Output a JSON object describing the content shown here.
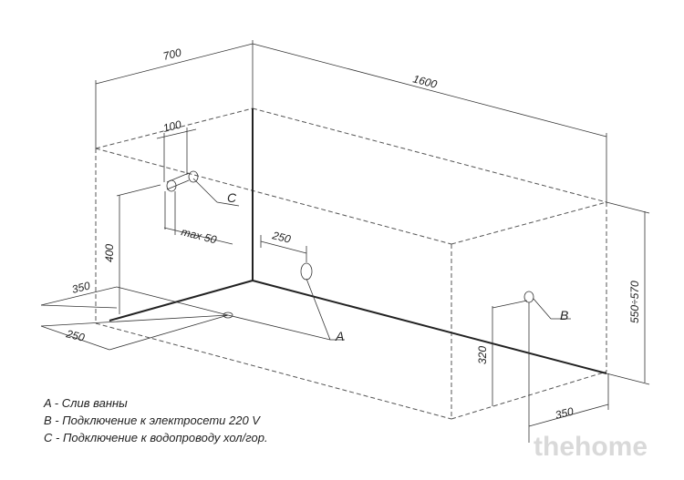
{
  "dimensions": {
    "width": "700",
    "length": "1600",
    "c_spacing": "100",
    "c_max": "max 50",
    "drain_offset": "250",
    "c_height": "400",
    "left_offset_a": "350",
    "left_offset_b": "250",
    "b_height": "320",
    "b_offset": "350",
    "total_height": "550÷570"
  },
  "labels": {
    "a": "A",
    "b": "B",
    "c": "C"
  },
  "legend": [
    "A - Слив ванны",
    "B - Подключение к электросети 220 V",
    "C - Подключение к водопроводу хол/гор."
  ],
  "watermark": "thehome"
}
